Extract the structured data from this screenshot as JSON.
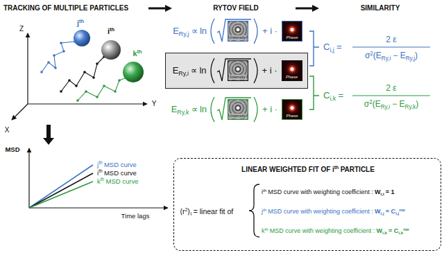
{
  "diagram": {
    "nodes": [
      {
        "text": [
          "Intensity"
        ]
      },
      {
        "text": [
          "Phase"
        ]
      },
      {
        "text": [
          "E",
          "Ry,i",
          "∝",
          "ln",
          "+ i ·"
        ]
      },
      {
        "text": [
          "Intensity"
        ],
        "in": 2
      },
      {
        "text": [
          "Phase"
        ],
        "in": 2
      },
      {
        "text": [
          "Intensity"
        ]
      },
      {
        "text": [
          "Phase"
        ]
      },
      {
        "text": [
          "LINEAR WEIGHTED FIT OF",
          "i",
          "th",
          "PARTICLE",
          "⟨r",
          "2",
          "⟩",
          "i",
          "= linear fit of",
          "i",
          "th",
          "MSD curve with weighting coefficient :",
          "W",
          "i,i",
          "= 1",
          "j",
          "th",
          "MSD curve with weighting coefficient :",
          "W",
          "i,j",
          "= C",
          "i,j",
          "nw",
          "k",
          "th",
          "MSD curve with weighting coefficient :",
          "W",
          "i,k",
          "= C",
          "i,k",
          "nw"
        ]
      }
    ],
    "labels": [
      "TRACKING OF MULTIPLE PARTICLES",
      "RYTOV FIELD",
      "SIMILARITY",
      "Z",
      "X",
      "Y",
      "j",
      "th",
      "i",
      "th",
      "k",
      "th",
      "MSD",
      "j",
      "th",
      "MSD curve",
      "i",
      "th",
      "MSD curve",
      "k",
      "th",
      "MSD curve",
      "Time lags",
      "E",
      "Ry,j",
      "∝",
      "ln",
      "+ i ·",
      "E",
      "Ry,k",
      "∝",
      "ln",
      "+ i ·",
      "C",
      "i,j",
      "=",
      "2 ε",
      "σ",
      "2",
      "(E",
      "Ry,i",
      "− E",
      "Ry,j",
      ")",
      "C",
      "i,k",
      "=",
      "2 ε",
      "σ",
      "2",
      "(E",
      "Ry,i",
      "− E",
      "Ry,k",
      ")"
    ]
  }
}
